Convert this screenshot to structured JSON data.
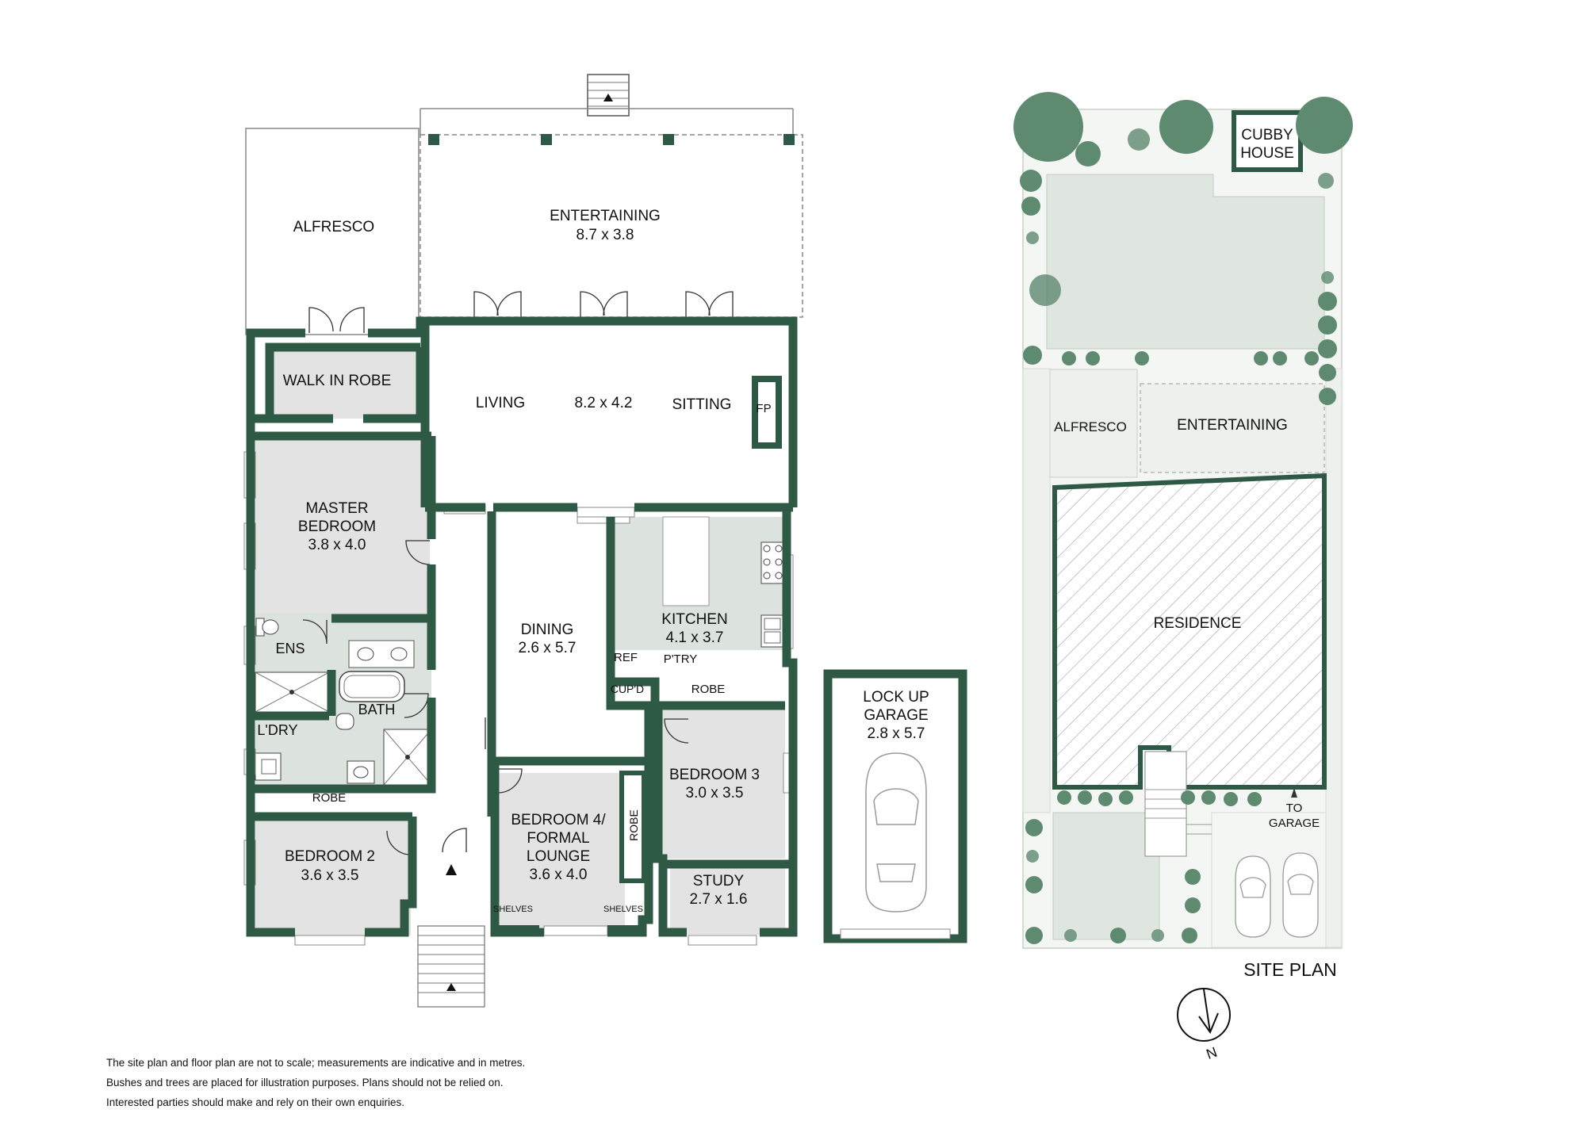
{
  "floor_plan": {
    "rooms": {
      "alfresco": {
        "name": "ALFRESCO"
      },
      "entertaining": {
        "name": "ENTERTAINING",
        "size": "8.7 x 3.8"
      },
      "walk_in_robe": {
        "name": "WALK IN ROBE"
      },
      "living": {
        "name": "LIVING",
        "size": "8.2 x 4.2"
      },
      "sitting": {
        "name": "SITTING"
      },
      "fireplace": {
        "name": "FP"
      },
      "master_bedroom": {
        "name_line1": "MASTER",
        "name_line2": "BEDROOM",
        "size": "3.8 x 4.0"
      },
      "dining": {
        "name": "DINING",
        "size": "2.6 x 5.7"
      },
      "kitchen": {
        "name": "KITCHEN",
        "size": "4.1 x 3.7"
      },
      "refrigerator": {
        "name": "REF"
      },
      "pantry": {
        "name": "P'TRY"
      },
      "cupboard": {
        "name": "CUP'D"
      },
      "robe_bed3": {
        "name": "ROBE"
      },
      "ensuite": {
        "name": "ENS"
      },
      "bath": {
        "name": "BATH"
      },
      "laundry": {
        "name": "L'DRY"
      },
      "robe_bed2": {
        "name": "ROBE"
      },
      "bedroom_2": {
        "name": "BEDROOM 2",
        "size": "3.6 x 3.5"
      },
      "bedroom_4": {
        "name_line1": "BEDROOM 4/",
        "name_line2": "FORMAL",
        "name_line3": "LOUNGE",
        "size": "3.6 x 4.0"
      },
      "robe_bed4": {
        "name": "ROBE"
      },
      "shelves_left": {
        "name": "SHELVES"
      },
      "shelves_right": {
        "name": "SHELVES"
      },
      "bedroom_3": {
        "name": "BEDROOM 3",
        "size": "3.0 x 3.5"
      },
      "study": {
        "name": "STUDY",
        "size": "2.7 x 1.6"
      }
    }
  },
  "garage": {
    "name_line1": "LOCK UP",
    "name_line2": "GARAGE",
    "size": "2.8 x 5.7"
  },
  "site_plan": {
    "title": "SITE PLAN",
    "cubby_line1": "CUBBY",
    "cubby_line2": "HOUSE",
    "alfresco": "ALFRESCO",
    "entertaining": "ENTERTAINING",
    "residence": "RESIDENCE",
    "to_garage_line1": "TO",
    "to_garage_line2": "GARAGE",
    "north": "N"
  },
  "disclaimer": {
    "line1": "The site plan and floor plan are not to scale; measurements are indicative and in metres.",
    "line2": "Bushes and trees are placed for illustration purposes. Plans should not be relied on.",
    "line3": "Interested parties should make and rely on their own enquiries."
  },
  "colors": {
    "wall": "#2e5a45",
    "wet_area": "#dce2dd",
    "bedroom_fill": "#e3e3e3",
    "site_grass": "#dee6df",
    "site_path": "#edf0ed",
    "tree": "#5e8a70"
  }
}
